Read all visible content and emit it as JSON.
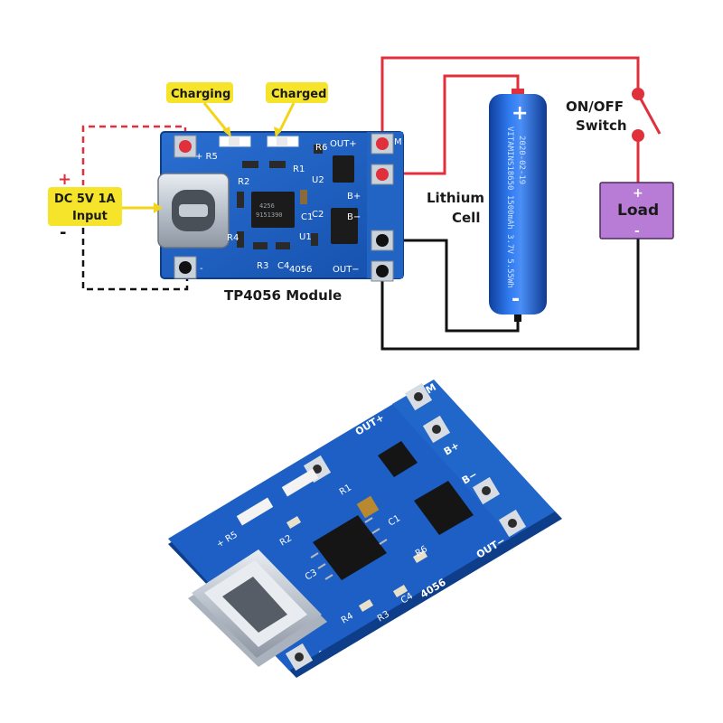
{
  "labels": {
    "charging": "Charging",
    "charged": "Charged",
    "dc_input_line1": "DC 5V 1A",
    "dc_input_line2": "Input",
    "plus_sign": "+",
    "minus_sign": "-",
    "module_name": "TP4056 Module",
    "lithium_line1": "Lithium",
    "lithium_line2": "Cell",
    "switch_line1": "ON/OFF",
    "switch_line2": "Switch",
    "load": "Load",
    "load_plus": "+",
    "load_minus": "-"
  },
  "pcb": {
    "out_plus": "OUT+",
    "out_minus": "OUT−",
    "b_plus": "B+",
    "b_minus": "B−",
    "m": "M",
    "chip_id": "4056",
    "r1": "R1",
    "r2": "R2",
    "r3": "R3",
    "r4": "R4",
    "r5": "R5",
    "r6": "R6",
    "c1": "C1",
    "c2": "C2",
    "c3": "C3",
    "c4": "C4",
    "u1": "U1",
    "u2": "U2",
    "plus_r5": "+ R5",
    "minus": "-",
    "ic_text1": "4256",
    "ic_text2": "9151390"
  },
  "battery": {
    "text": "VITAMINS18650 1500mAh 3.7V 5.55Wh",
    "date": "2020-02-19"
  },
  "colors": {
    "pcb_blue": "#1957b5",
    "pcb_dark": "#0e3d8a",
    "wire_red": "#e0303b",
    "wire_black": "#111111",
    "tag_yellow": "#f5e42a",
    "arrow_yellow": "#f2d51b",
    "load_purple": "#b87bd6",
    "battery_blue": "#1f67d9"
  }
}
